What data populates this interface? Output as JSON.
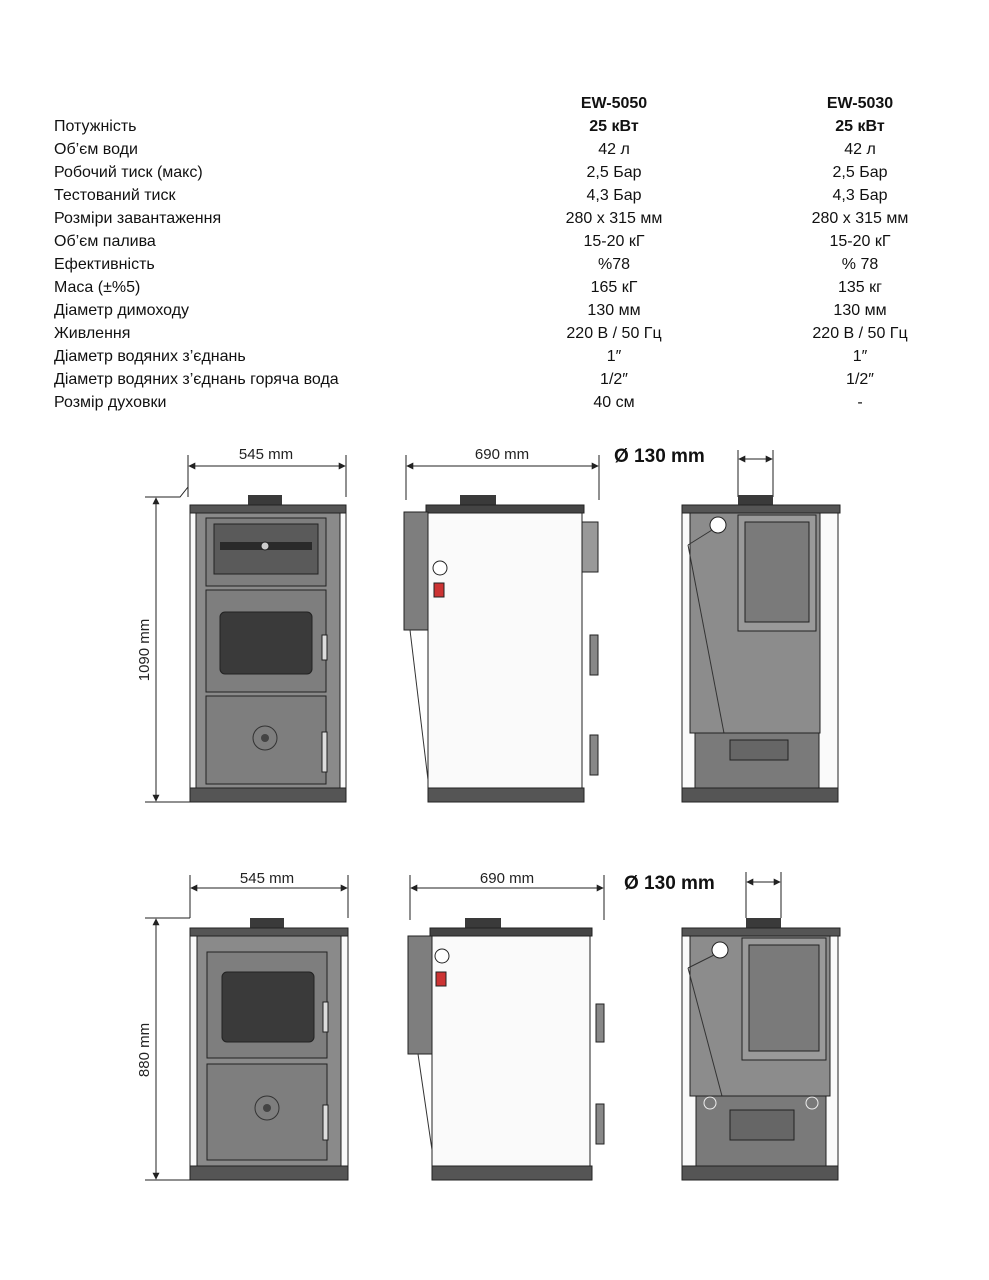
{
  "models": [
    "EW-5050",
    "EW-5030"
  ],
  "specs": [
    {
      "label": "Потужність",
      "v1": "25 кВт",
      "v2": "25 кВт"
    },
    {
      "label": "Об’єм води",
      "v1": "42 л",
      "v2": "42 л"
    },
    {
      "label": "Робочий тиск (макс)",
      "v1": "2,5 Бар",
      "v2": "2,5 Бар"
    },
    {
      "label": "Тестований тиск",
      "v1": "4,3 Бар",
      "v2": "4,3 Бар"
    },
    {
      "label": "Розміри завантаження",
      "v1": "280 x 315 мм",
      "v2": "280 x 315 мм"
    },
    {
      "label": "Об’єм палива",
      "v1": "15-20 кГ",
      "v2": "15-20 кГ"
    },
    {
      "label": "Ефективність",
      "v1": "%78",
      "v2": "% 78"
    },
    {
      "label": "Маса (±%5)",
      "v1": "165 кГ",
      "v2": "135 кг"
    },
    {
      "label": "Діаметр димоходу",
      "v1": "130 мм",
      "v2": "130 мм"
    },
    {
      "label": "Живлення",
      "v1": "220 В / 50 Гц",
      "v2": "220 В / 50 Гц"
    },
    {
      "label": "Діаметр водяних з’єднань",
      "v1": "1″",
      "v2": "1″"
    },
    {
      "label": "Діаметр водяних з’єднань горяча вода",
      "v1": "1/2″",
      "v2": "1/2″"
    },
    {
      "label": "Розмір духовки",
      "v1": "40 см",
      "v2": "-"
    }
  ],
  "drawings": {
    "top": {
      "width": "545 mm",
      "depth": "690 mm",
      "flue": "Ø 130 mm",
      "height": "1090 mm"
    },
    "bottom": {
      "width": "545 mm",
      "depth": "690 mm",
      "flue": "Ø 130 mm",
      "height": "880 mm"
    }
  }
}
